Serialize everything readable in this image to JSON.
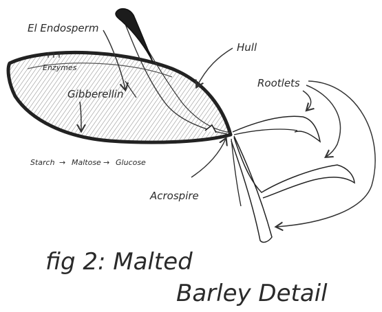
{
  "labels": {
    "endosperm": "El Endosperm",
    "enzymes": "Enzymes",
    "gibberellin": "Gibberellin",
    "hull": "Hull",
    "rootlets": "Rootlets",
    "acrospire": "Acrospire",
    "reaction": {
      "starch": "Starch",
      "maltose": "Maltose",
      "glucose": "Glucose",
      "arrow_glyph": "→"
    }
  },
  "caption": {
    "line1": "fig 2: Malted",
    "line2": "Barley Detail"
  }
}
